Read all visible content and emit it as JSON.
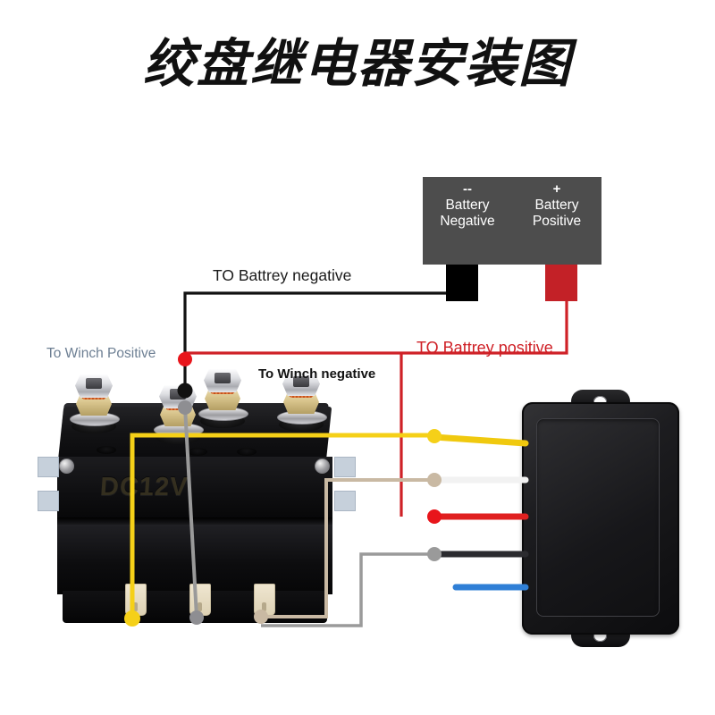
{
  "title": "绞盘继电器安装图",
  "battery": {
    "negative": {
      "sign": "--",
      "line1": "Battery",
      "line2": "Negative",
      "terminal_color": "#000000"
    },
    "positive": {
      "sign": "+",
      "line1": "Battery",
      "line2": "Positive",
      "terminal_color": "#c32127"
    },
    "box_color": "#4d4d4d"
  },
  "labels": {
    "to_battery_negative": "TO Battrey negative",
    "to_battery_positive": "TO Battrey positive",
    "to_winch_positive": "To Winch Positive",
    "to_winch_negative": "To Winch negative"
  },
  "label_colors": {
    "to_battery_negative": "#1a1a1a",
    "to_battery_positive": "#cf2127",
    "to_winch_positive": "#6d7f93",
    "to_winch_negative": "#111111"
  },
  "relay": {
    "marking": "DC12V",
    "body_color": "#111113",
    "posts": 4,
    "spades": 3,
    "mount_tabs": 4
  },
  "receiver": {
    "body_color": "#17171a",
    "wires": [
      {
        "name": "yellow-wire",
        "color": "#f5d018",
        "connected": true
      },
      {
        "name": "white-wire",
        "color": "#f2f2f2",
        "connected": true
      },
      {
        "name": "red-wire",
        "color": "#e02020",
        "connected": true
      },
      {
        "name": "black-wire",
        "color": "#2b2b2f",
        "connected": true
      },
      {
        "name": "blue-wire",
        "color": "#2f7fd6",
        "connected": false
      }
    ]
  },
  "wire_colors": {
    "battery_negative_wire": "#111111",
    "battery_positive_wire": "#cf2127",
    "yellow_signal": "#f5d018",
    "gray_signal": "#9a9a9a",
    "tan_signal": "#c9b9a3"
  }
}
